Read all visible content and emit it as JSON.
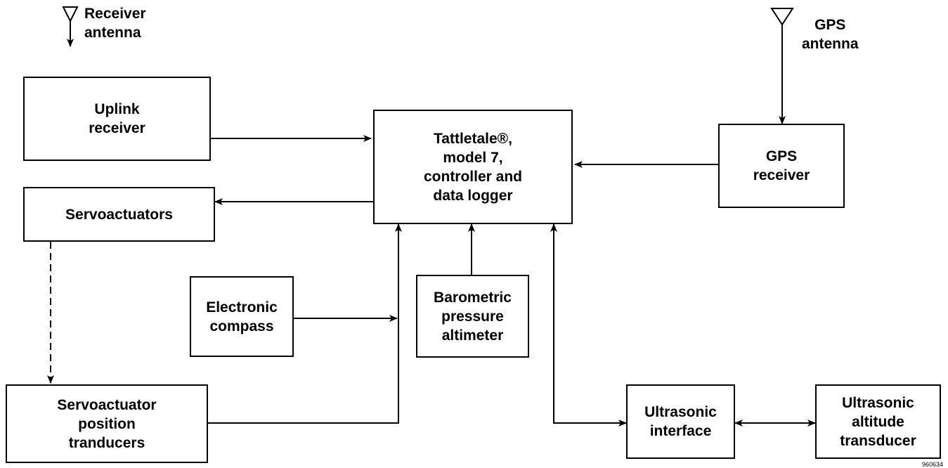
{
  "antennas": {
    "receiver": "Receiver\nantenna",
    "gps": "GPS\nantenna"
  },
  "blocks": {
    "uplink_receiver": "Uplink\nreceiver",
    "controller": "Tattletale®,\nmodel 7,\ncontroller and\ndata logger",
    "gps_receiver": "GPS\nreceiver",
    "servoactuators": "Servoactuators",
    "electronic_compass": "Electronic\ncompass",
    "barometric_altimeter": "Barometric\npressure\naltimeter",
    "position_transducers": "Servoactuator\nposition\ntranducers",
    "ultrasonic_interface": "Ultrasonic\ninterface",
    "ultrasonic_transducer": "Ultrasonic\naltitude\ntransducer"
  },
  "figure_number": "960634"
}
